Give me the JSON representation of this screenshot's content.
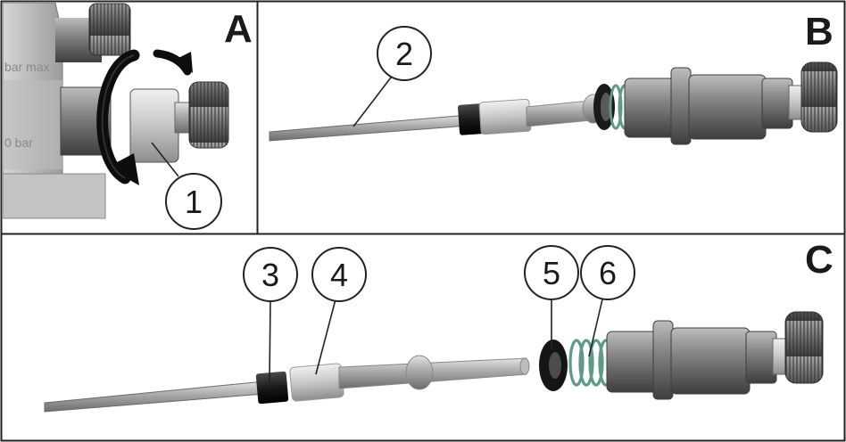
{
  "panels": {
    "a": {
      "letter": "A"
    },
    "b": {
      "letter": "B"
    },
    "c": {
      "letter": "C"
    }
  },
  "callouts": {
    "c1": "1",
    "c2": "2",
    "c3": "3",
    "c4": "4",
    "c5": "5",
    "c6": "6"
  },
  "engravings": {
    "top": "bar max",
    "bottom": "0 bar"
  },
  "colors": {
    "frame": "#222222",
    "metal_dark": "#5a5a5a",
    "metal_mid": "#8c8c8c",
    "metal_light": "#c9c9c9",
    "spring": "#5f9a88",
    "black_part": "#1c1c1c"
  },
  "icons": {
    "rotation": "rotate-arrow-icon"
  }
}
